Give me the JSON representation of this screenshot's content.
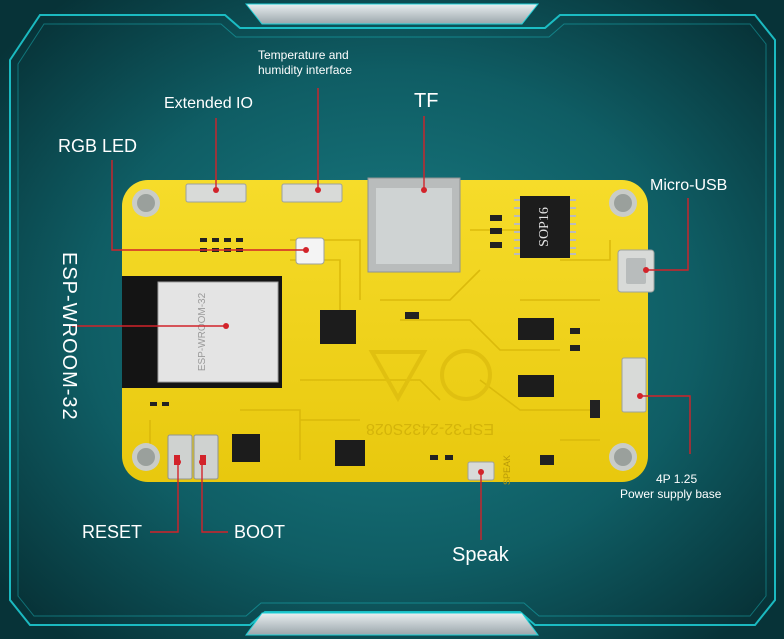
{
  "labels": {
    "temperature_line1": "Temperature and",
    "temperature_line2": "humidity interface",
    "extended_io": "Extended IO",
    "tf": "TF",
    "rgb_led": "RGB LED",
    "micro_usb": "Micro-USB",
    "esp_module": "ESP-WROOM-32",
    "power_line1": "4P 1.25",
    "power_line2": "Power supply base",
    "reset": "RESET",
    "boot": "BOOT",
    "speak": "Speak"
  },
  "board_text": {
    "sop16": "SOP16",
    "module_silk": "ESP-WROOM-32",
    "board_name": "ESP32-2432S028",
    "speak_silk": "SPEAK"
  },
  "colors": {
    "background": "#0b3d44",
    "board": "#f2d21c",
    "callout_line": "#d2232a",
    "frame": "#1fd1d8"
  }
}
